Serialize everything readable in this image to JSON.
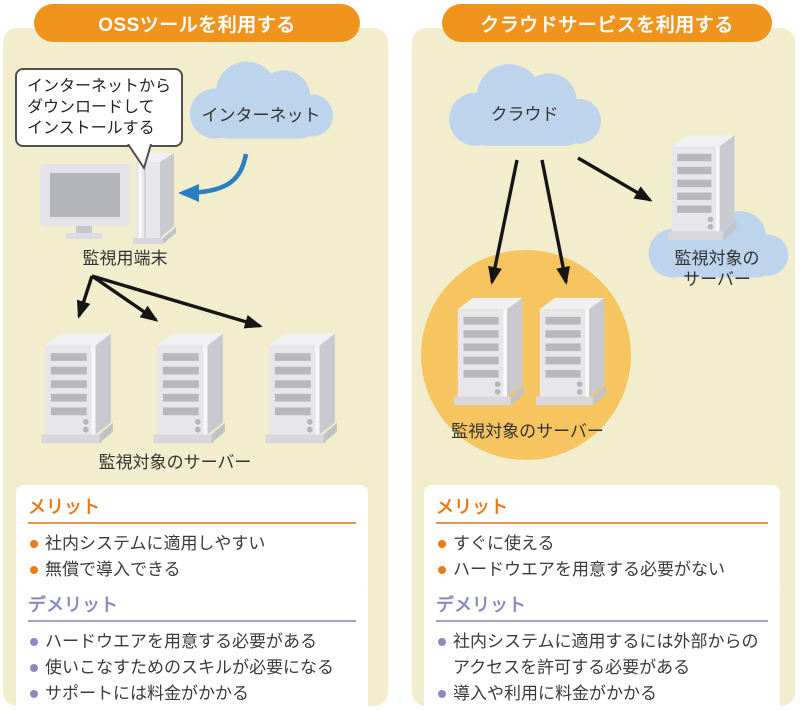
{
  "colors": {
    "title_pill": "#f0941e",
    "panel_background": "#f2eecd",
    "cloud_blue": "#bed3ec",
    "download_arrow_blue": "#2a80c0",
    "monitored_circle_orange": "#f7c55f",
    "merit_accent": "#e67d1e",
    "demerit_accent": "#8b8bc0",
    "body_text": "#333333"
  },
  "oss_panel": {
    "title": "OSSツールを利用する",
    "speech_bubble": {
      "line1": "インターネットから",
      "line2": "ダウンロードして",
      "line3": "インストールする"
    },
    "internet_cloud_label": "インターネット",
    "terminal_label": "監視用端末",
    "servers_label": "監視対象のサーバー",
    "merit": {
      "heading": "メリット",
      "items": [
        "社内システムに適用しやすい",
        "無償で導入できる"
      ]
    },
    "demerit": {
      "heading": "デメリット",
      "items": [
        "ハードウエアを用意する必要がある",
        "使いこなすためのスキルが必要になる",
        "サポートには料金がかかる"
      ]
    }
  },
  "cloud_panel": {
    "title": "クラウドサービスを利用する",
    "cloud_label": "クラウド",
    "monitored_servers_label": "監視対象のサーバー",
    "remote_server_label": {
      "line1": "監視対象の",
      "line2": "サーバー"
    },
    "merit": {
      "heading": "メリット",
      "items": [
        "すぐに使える",
        "ハードウエアを用意する必要がない"
      ]
    },
    "demerit": {
      "heading": "デメリット",
      "items": [
        "社内システムに適用するには外部からのアクセスを許可する必要がある",
        "導入や利用に料金がかかる"
      ]
    }
  }
}
